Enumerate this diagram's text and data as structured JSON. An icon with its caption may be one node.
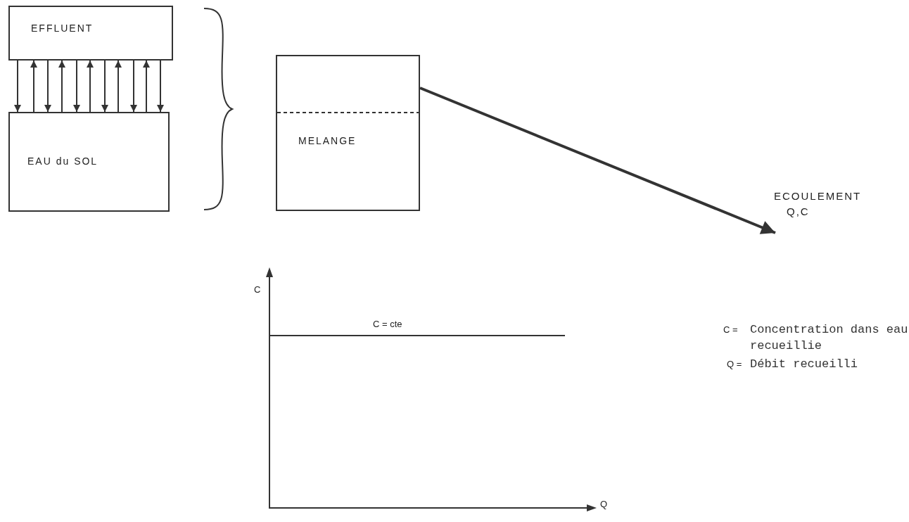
{
  "diagram": {
    "nodes": [
      {
        "text": [
          "EFFLUENT"
        ]
      },
      {
        "text": [
          "EAU du SOL"
        ]
      },
      {
        "text": [
          "MELANGE"
        ]
      },
      {
        "text": [
          "ECOULEMENT",
          "Q,C"
        ]
      }
    ],
    "edges": [
      {
        "from": 0,
        "to": 1,
        "arrow": "to"
      },
      {
        "from": 1,
        "to": 0,
        "arrow": "to"
      },
      {
        "from": 0,
        "to": 1,
        "arrow": "to"
      },
      {
        "from": 1,
        "to": 0,
        "arrow": "to"
      },
      {
        "from": 0,
        "to": 1,
        "arrow": "to"
      },
      {
        "from": 1,
        "to": 0,
        "arrow": "to"
      },
      {
        "from": 0,
        "to": 1,
        "arrow": "to"
      },
      {
        "from": 1,
        "to": 0,
        "arrow": "to"
      },
      {
        "from": 0,
        "to": 1,
        "arrow": "to"
      },
      {
        "from": 1,
        "to": 0,
        "arrow": "to"
      },
      {
        "from": 0,
        "to": 1,
        "arrow": "to"
      },
      {
        "from": 2,
        "to": 3,
        "arrow": "to",
        "style": "thick"
      }
    ],
    "labels": [
      "C",
      "C = cte",
      "C =",
      "Concentration dans eau recueillie",
      "Q =",
      "Débit recueilli",
      "Q"
    ]
  }
}
